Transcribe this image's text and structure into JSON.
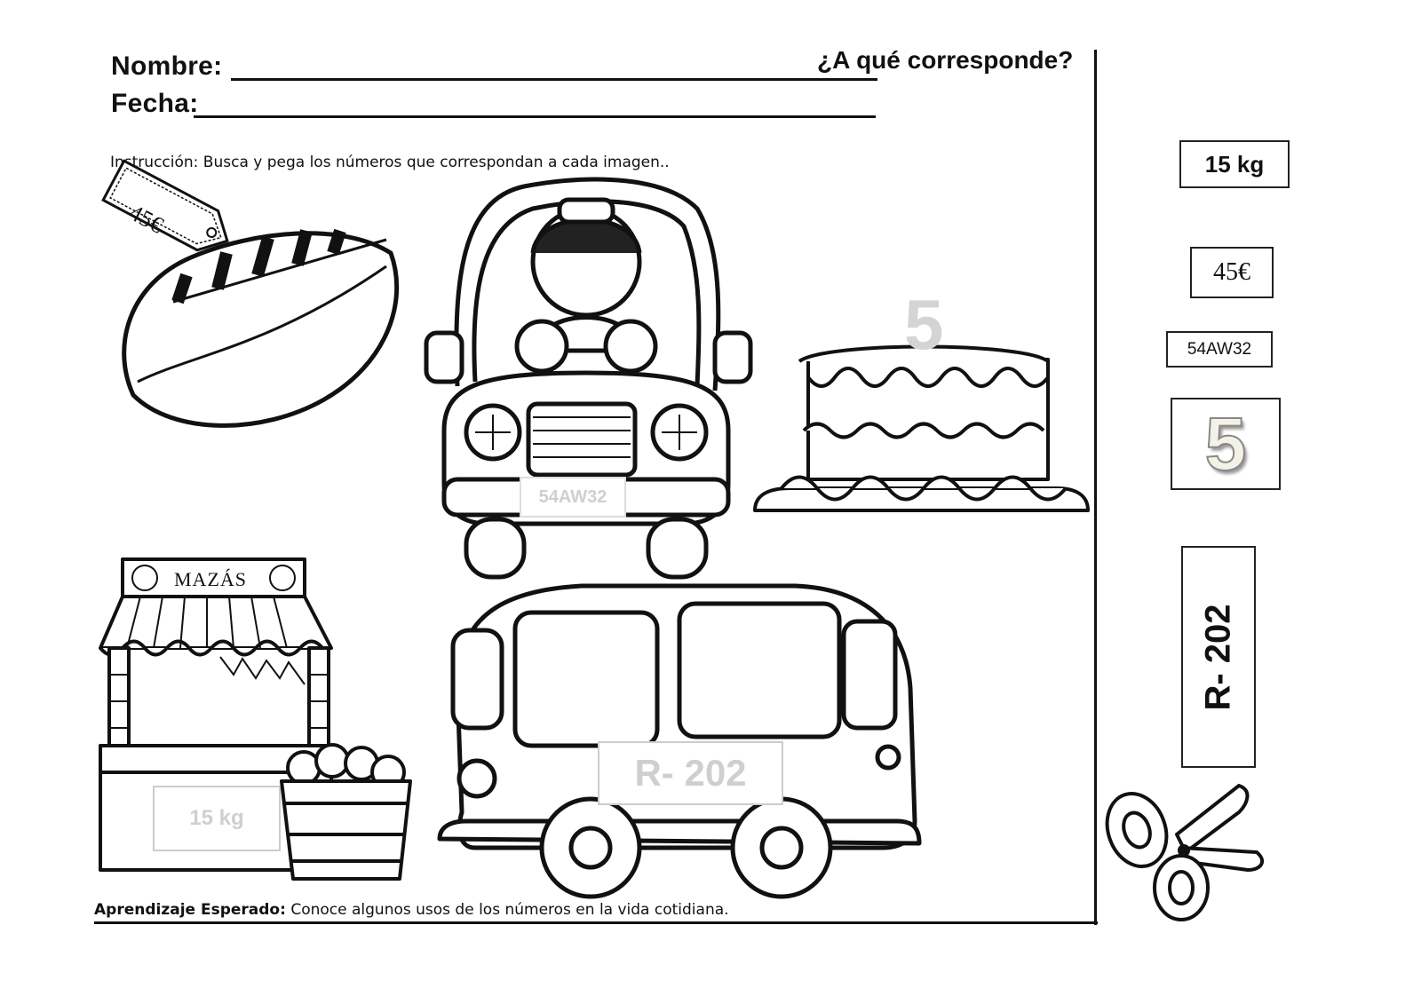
{
  "header": {
    "nombre_label": "Nombre:",
    "fecha_label": "Fecha:",
    "title": "¿A qué corresponde?"
  },
  "instruction": "Instrucción:  Busca y pega los números que  correspondan a cada imagen..",
  "pictures": {
    "ball_price": "45€",
    "car_plate": "54AW32",
    "cake_number": "5",
    "shop_sign": "MAZÁS",
    "shop_weight": "15 kg",
    "bus_route": "R- 202"
  },
  "cutouts": {
    "weight": "15 kg",
    "price": "45€",
    "plate": "54AW32",
    "number": "5",
    "route": "R- 202"
  },
  "footer": {
    "label": "Aprendizaje  Esperado:",
    "text": " Conoce  algunos  usos de los números  en la vida cotidiana."
  },
  "icons": [
    "football-icon",
    "car-with-girl-icon",
    "cake-icon",
    "fruit-stand-icon",
    "apple-basket-icon",
    "bus-icon",
    "scissors-icon"
  ]
}
